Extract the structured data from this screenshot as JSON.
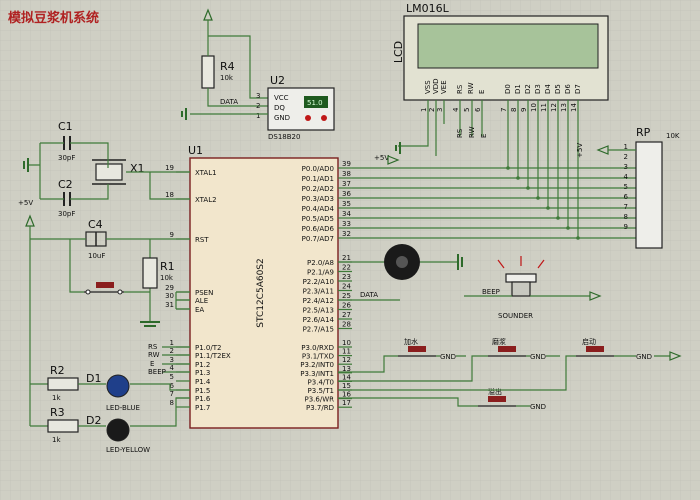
{
  "title": "模拟豆浆机系统",
  "colors": {
    "background": "#cfcfc4",
    "wire": "#3f7a39",
    "component": "#7a1f1f",
    "ic_fill": "#f2e6cc",
    "lcd_screen": "#a7c39a",
    "lcd_frame": "#e2e2d2",
    "title": "#b02222",
    "ground": "#2d6a2a"
  },
  "icons": [
    "ground-icon",
    "power-arrow-icon",
    "crystal-icon",
    "capacitor-icon",
    "resistor-icon",
    "led-icon",
    "pushbutton-icon",
    "buzzer-icon",
    "speaker-icon"
  ],
  "mcu": {
    "ref": "U1",
    "part": "STC12C5A60S2",
    "left_pins": [
      {
        "num": "19",
        "name": "XTAL1"
      },
      {
        "num": "18",
        "name": "XTAL2"
      },
      {
        "num": "9",
        "name": "RST"
      },
      {
        "num": "29",
        "name": "PSEN"
      },
      {
        "num": "30",
        "name": "ALE"
      },
      {
        "num": "31",
        "name": "EA"
      },
      {
        "num": "1",
        "name": "P1.0/T2"
      },
      {
        "num": "2",
        "name": "P1.1/T2EX"
      },
      {
        "num": "3",
        "name": "P1.2"
      },
      {
        "num": "4",
        "name": "P1.3"
      },
      {
        "num": "5",
        "name": "P1.4"
      },
      {
        "num": "6",
        "name": "P1.5"
      },
      {
        "num": "7",
        "name": "P1.6"
      },
      {
        "num": "8",
        "name": "P1.7"
      }
    ],
    "right_pins": [
      {
        "num": "39",
        "name": "P0.0/AD0"
      },
      {
        "num": "38",
        "name": "P0.1/AD1"
      },
      {
        "num": "37",
        "name": "P0.2/AD2"
      },
      {
        "num": "36",
        "name": "P0.3/AD3"
      },
      {
        "num": "35",
        "name": "P0.4/AD4"
      },
      {
        "num": "34",
        "name": "P0.5/AD5"
      },
      {
        "num": "33",
        "name": "P0.6/AD6"
      },
      {
        "num": "32",
        "name": "P0.7/AD7"
      },
      {
        "num": "21",
        "name": "P2.0/A8"
      },
      {
        "num": "22",
        "name": "P2.1/A9"
      },
      {
        "num": "23",
        "name": "P2.2/A10"
      },
      {
        "num": "24",
        "name": "P2.3/A11"
      },
      {
        "num": "25",
        "name": "P2.4/A12"
      },
      {
        "num": "26",
        "name": "P2.5/A13"
      },
      {
        "num": "27",
        "name": "P2.6/A14"
      },
      {
        "num": "28",
        "name": "P2.7/A15"
      },
      {
        "num": "10",
        "name": "P3.0/RXD"
      },
      {
        "num": "11",
        "name": "P3.1/TXD"
      },
      {
        "num": "12",
        "name": "P3.2/INT0"
      },
      {
        "num": "13",
        "name": "P3.3/INT1"
      },
      {
        "num": "14",
        "name": "P3.4/T0"
      },
      {
        "num": "15",
        "name": "P3.5/T1"
      },
      {
        "num": "16",
        "name": "P3.6/WR"
      },
      {
        "num": "17",
        "name": "P3.7/RD"
      }
    ],
    "p1_nets": [
      "RS",
      "RW",
      "E",
      "BEEP"
    ]
  },
  "crystal": {
    "ref": "X1"
  },
  "caps": [
    {
      "ref": "C1",
      "value": "30pF"
    },
    {
      "ref": "C2",
      "value": "30pF"
    },
    {
      "ref": "C4",
      "value": "10uF"
    }
  ],
  "power": {
    "vcc": "+5V"
  },
  "r1": {
    "ref": "R1",
    "value": "10k"
  },
  "r2": {
    "ref": "R2",
    "value": "1k"
  },
  "r3": {
    "ref": "R3",
    "value": "1k"
  },
  "r4": {
    "ref": "R4",
    "value": "10k"
  },
  "leds": [
    {
      "ref": "D1",
      "name": "LED-BLUE"
    },
    {
      "ref": "D2",
      "name": "LED-YELLOW"
    }
  ],
  "sensor": {
    "ref": "U2",
    "part": "DS18B20",
    "pins": [
      {
        "num": "3",
        "name": "VCC"
      },
      {
        "num": "2",
        "name": "DQ"
      },
      {
        "num": "1",
        "name": "GND"
      }
    ],
    "reading": "51.0",
    "net": "DATA"
  },
  "lcd": {
    "label": "LCD",
    "part": "LM016L",
    "pins": [
      "VSS",
      "VDD",
      "VEE",
      "RS",
      "RW",
      "E",
      "D0",
      "D1",
      "D2",
      "D3",
      "D4",
      "D5",
      "D6",
      "D7"
    ],
    "pin_numbers": [
      "1",
      "2",
      "3",
      "4",
      "5",
      "6",
      "7",
      "8",
      "9",
      "10",
      "11",
      "12",
      "13",
      "14"
    ],
    "nets": [
      "RS",
      "RW",
      "E"
    ]
  },
  "rp": {
    "ref": "RP",
    "value": "10K",
    "pins": [
      "1",
      "2",
      "3",
      "4",
      "5",
      "6",
      "7",
      "8",
      "9"
    ]
  },
  "buzzer": {
    "name": "SOUNDER",
    "net": "BEEP"
  },
  "nets": {
    "data": "DATA"
  },
  "buttons": [
    {
      "label": "加水",
      "gnd": "GND"
    },
    {
      "label": "磨浆",
      "gnd": "GND"
    },
    {
      "label": "启动",
      "gnd": "GND"
    },
    {
      "label": "溢出",
      "gnd": "GND"
    }
  ]
}
